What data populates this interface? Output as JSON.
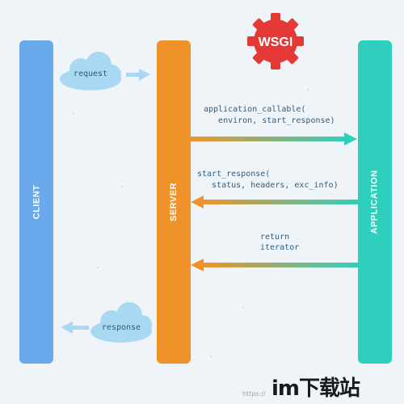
{
  "badge": {
    "label": "WSGI",
    "color": "#e53935"
  },
  "columns": {
    "client": "CLIENT",
    "server": "SERVER",
    "application": "APPLICATION"
  },
  "clouds": {
    "request": "request",
    "response": "response"
  },
  "messages": {
    "call_line1": "application_callable(",
    "call_line2": "   environ, start_response)",
    "start_line1": "start_response(",
    "start_line2": "   status, headers, exc_info)",
    "return_line1": "return",
    "return_line2": "iterator"
  },
  "watermark": {
    "text": "im下载站",
    "url": "https://"
  },
  "colors": {
    "client": "#6aa9ec",
    "server": "#f0922a",
    "application": "#2fcfbd",
    "arrow_start": "#f0922a",
    "arrow_end": "#2fcfbd"
  }
}
